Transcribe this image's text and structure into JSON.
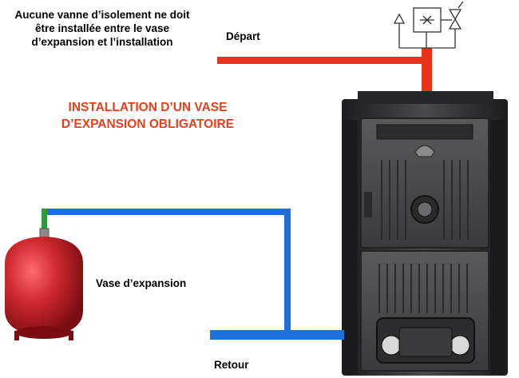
{
  "note": "Aucune vanne d’isolement ne doit être installée entre le vase d’expansion et l’installation",
  "title_line1": "INSTALLATION D’UN VASE",
  "title_line2": "D’EXPANSION OBLIGATOIRE",
  "labels": {
    "depart": "Départ",
    "vase": "Vase d’expansion",
    "retour": "Retour"
  },
  "icons": [
    "safety-valve-group-icon",
    "expansion-vessel",
    "boiler"
  ],
  "colors": {
    "hot_pipe": "#e8321c",
    "cold_pipe": "#1e6fd9",
    "title": "#e8401c",
    "vessel": "#c8202a",
    "boiler": "#2e2e30",
    "connector": "#2e9a3a"
  }
}
